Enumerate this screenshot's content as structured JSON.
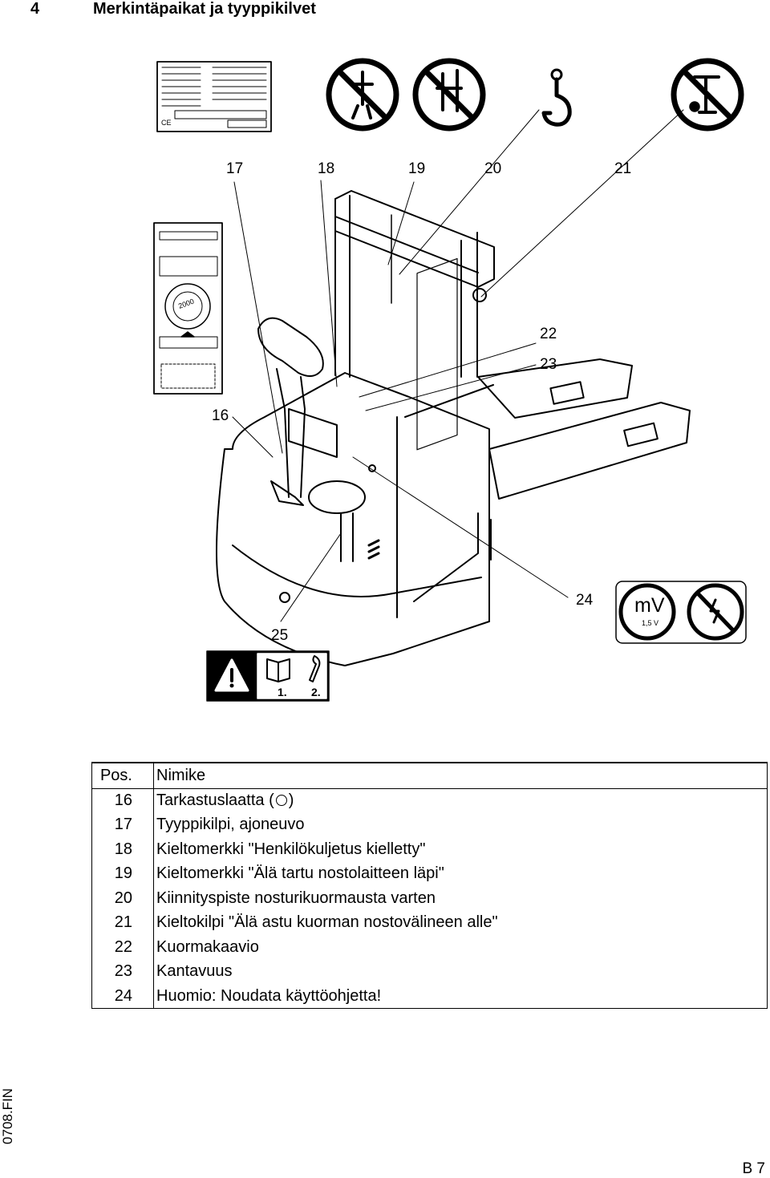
{
  "header": {
    "number": "4",
    "title": "Merkintäpaikat ja tyyppikilvet"
  },
  "callouts": [
    "16",
    "17",
    "18",
    "19",
    "20",
    "21",
    "22",
    "23",
    "24",
    "25"
  ],
  "badge": {
    "year": "2000",
    "mv": "mV",
    "volt": "1,5 V",
    "step1": "1.",
    "step2": "2."
  },
  "table": {
    "head": {
      "pos": "Pos.",
      "name": "Nimike"
    },
    "rows": [
      {
        "pos": "16",
        "name_a": "Tarkastuslaatta (",
        "name_b": ")"
      },
      {
        "pos": "17",
        "name": "Tyyppikilpi, ajoneuvo"
      },
      {
        "pos": "18",
        "name": "Kieltomerkki \"Henkilökuljetus kielletty\""
      },
      {
        "pos": "19",
        "name": "Kieltomerkki \"Älä tartu nostolaitteen läpi\""
      },
      {
        "pos": "20",
        "name": "Kiinnityspiste nosturikuormausta varten"
      },
      {
        "pos": "21",
        "name": "Kieltokilpi \"Älä astu kuorman nostovälineen alle\""
      },
      {
        "pos": "22",
        "name": "Kuormakaavio"
      },
      {
        "pos": "23",
        "name": "Kantavuus"
      },
      {
        "pos": "24",
        "name": "Huomio: Noudata käyttöohjetta!"
      }
    ]
  },
  "footer": {
    "code": "0708.FIN",
    "page": "B 7"
  }
}
